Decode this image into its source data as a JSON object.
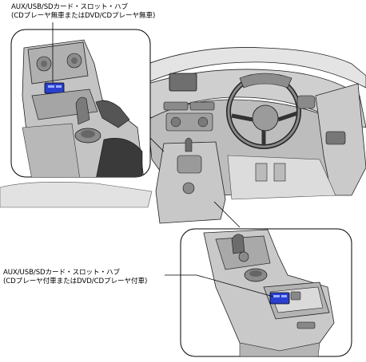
{
  "callouts": {
    "top": {
      "line1": "AUX/USB/SDカード・スロット・ハブ",
      "line2": "(CDプレーヤ無車またはDVD/CDプレーヤ無車)"
    },
    "bottom": {
      "line1": "AUX/USB/SDカード・スロット・ハブ",
      "line2": "(CDプレーヤ付車またはDVD/CDプレーヤ付車)"
    }
  },
  "colors": {
    "hub_highlight": "#2a3fd0",
    "outline": "#000000",
    "shade_light": "#d6d6d6",
    "shade_mid": "#a8a8a8",
    "shade_dark": "#5a5a5a"
  }
}
